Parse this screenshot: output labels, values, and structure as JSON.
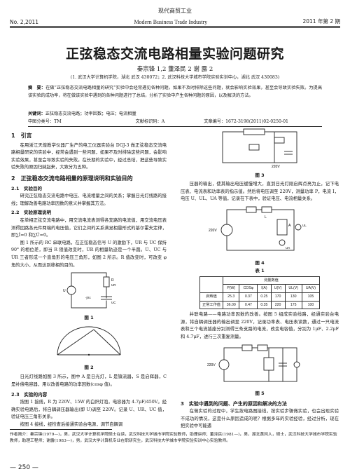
{
  "header": {
    "journal_cn": "现代商贸工业",
    "issue_left": "No. 2,2011",
    "journal_en": "Modern Business Trade Industry",
    "issue_right": "2011 年第 2 期"
  },
  "title": "正弦稳态交流电路相量实验问题研究",
  "authors": "秦宗锋 1,2   董泽民 2   谢 露 2",
  "affiliation": "(1. 武汉大学计算机学院，湖北 武汉 430072；2. 武汉科技大学城市学院实验实训中心，湖北 武汉 430083)",
  "abstract": {
    "label": "摘　要：",
    "text": "在做“正弦稳态交流电路相量的研究”实验中会经常遇见各种问题，如果不及时排除这些问题，就会影响实验效果，甚至会导致实验失败。为提高该实验的成功率，将在做该实验中遇到的各种问题进行了总结，分析了实验中产生各种问题的原因，以及解决的方法。"
  },
  "keywords": {
    "label": "关键词：",
    "text": "正弦稳态交流电路；功率因数；电压；电流相量"
  },
  "classification": {
    "clc": "中图分类号：TM",
    "doc_code": "文献标识码：A",
    "article_no": "文章编号：1672-3198(2011)02-0250-01"
  },
  "left_column": {
    "s1_title": "1　引言",
    "s1_p1": "在用浙江天煌教学仪器厂生产的电工仪器实验台 DGJ-3 做正弦稳态交流电路相量研究的实验中，经常会遇到一些问题，如果不及时排除这些问题，会影响实验效果，甚至会导致实验的失败。在长期的实验中，经过总结，把这些导致实验失败的原因归纳起来，大致分为五种。",
    "s2_title": "2　正弦稳态交流电路相量的原理说明和实验目的",
    "s21_title": "2.1　实验目的",
    "s21_p1": "研究正弦稳态交流电路中电压、电流相量之间的关系；掌握日光灯线路的接线；理解改善电路功率因数的意义并掌握其方法。",
    "s22_title": "2.2　实验原理说明",
    "s22_p1": "在单相正弦交流电路中，用交流电流表测得各支路的电流值，用交流电压表测得回路各元件两端的电压值，它们之间的关系满足相量形式的基尔霍夫定律，即∑İ=0 和∑U̇=0。",
    "s22_p2": "图 1 所示的 RC 串联电路，在正弦稳态信号 U 的激励下，U̇R 与 U̇C 保持 90° 的相位差，即当 R 阻值改变时，U̇R 的相量轨迹是一个半圆。U̇、U̇C 与 U̇R 三者形成一个直角形的电压三角形，如图 2 所示。R 值改变时，可改变 φ 角的大小，从而达到移相的目的。",
    "fig1_caption": "图 1",
    "fig2_caption": "图 2",
    "s22_p3": "日光灯线路如图 3 所示，图中 A 是日光灯，L 是镇流器，S 是启辉器，C 是补偿电容器，用以改善电路的功率因数(cosφ 值)。",
    "s23_title": "2.3　实验的内容",
    "s23_p1": "按图 1 接线，R 为 220V、15W 的白炽灯泡，电容器为 4.7μF/450V。经确实验电路后，将自耦调压器输出(即 U)调至 220V。记录 U、UR、UC 值，验证电压三角形关系。",
    "s23_p2": "按图 4 接线，经检查后接通实验台电源，调节自耦调"
  },
  "right_column": {
    "fig3_caption": "图 3",
    "p1": "压器的输出，使其输出电压缓慢增大，直到日光灯刚启辉点亮为止，记下电压表、电流表和功率表的指示值。然后将电压调至 220V，测量功率 P，电流 I，电压 U、UL、UA 等值，记录在下表中，验证电压、电流相量关系。",
    "fig4_caption": "图 4",
    "table_caption": "表 1",
    "table": {
      "group_header": "测量数值",
      "columns": [
        "P(W)",
        "COSφ",
        "I(A)",
        "U(V)",
        "UL(V)",
        "UA(V)"
      ],
      "rows": [
        {
          "label": "启辉值",
          "values": [
            "25.3",
            "0.37",
            "0.25",
            "170",
            "130",
            "105"
          ]
        },
        {
          "label": "正常工作值",
          "values": [
            "36.00",
            "0.47",
            "0.35",
            "220",
            "175",
            "100"
          ]
        }
      ]
    },
    "p2": "并联电路——电路功率因数的改善。按图 5 组成实验线路，经通实验台电源，将自耦调压器的输出调至 220V，记录功率表、电压表读数，通过一只电流表和三个电流插座分别测得三条支路的电流，改变电容值，分别为 1μF、2.2μF 和 4.7μF，进行三次重复测量。",
    "fig5_caption": "图 5",
    "s3_title": "3　实验中遇到的问题、产生的原因和解决的方法",
    "s3_p1": "在做实验的过程中，学生按电路图接线，按实验步骤做实验，也会出现实验不成功的情况，这是什么原因造成的呢？根据多年的实验经验，经过分析，现在把实验中可能遇"
  },
  "figure_labels": {
    "fig1_R": "R",
    "fig1_UR": "UR",
    "fig1_jxc": "-jXc",
    "fig1_UC": "UC",
    "fig1_U": "U",
    "fig3_220": "220V",
    "fig4_220": "220V",
    "fig4_L": "L",
    "fig4_A": "A",
    "fig4_UL": "UL",
    "fig4_UA": "UA",
    "fig5_220": "220V"
  },
  "footnote": "作者简介：秦宗锋(1979—)，男，武汉大学计算机学院硕士在读，武汉科技大学城市学院实验教师，助理讲师；董泽民(1981—)，男，湖北黄冈人，硕士，武汉科技大学城市学院实验教师，助理工程师；谢露(1983—)，男，武汉大学计算机专业在职研究生，武汉科技大学城市学院实验实训中心实验教师。",
  "page_number": "— 250 —"
}
